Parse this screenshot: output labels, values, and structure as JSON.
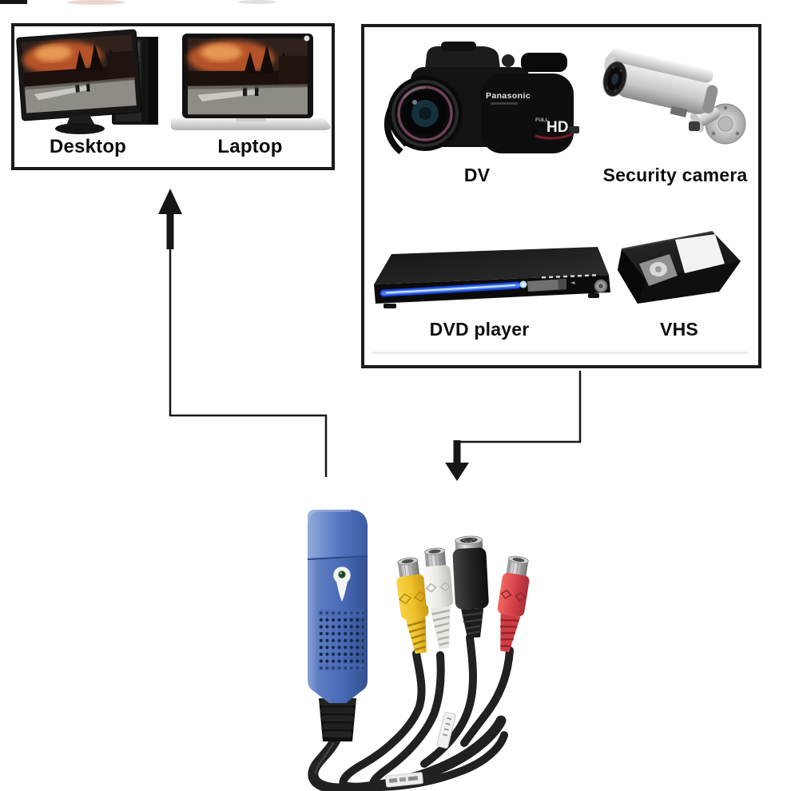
{
  "computers_box": {
    "items": [
      {
        "label": "Desktop",
        "icon": "desktop-computer-icon"
      },
      {
        "label": "Laptop",
        "icon": "laptop-icon"
      }
    ]
  },
  "sources_box": {
    "camcorder": {
      "brand": "Panasonic",
      "badge_full": "FULL",
      "badge_hd": "HD"
    },
    "items": [
      {
        "label": "DV",
        "icon": "dv-camcorder-icon"
      },
      {
        "label": "Security camera",
        "icon": "security-camera-icon"
      },
      {
        "label": "DVD player",
        "icon": "dvd-player-icon"
      },
      {
        "label": "VHS",
        "icon": "vhs-cassette-icon"
      }
    ]
  },
  "device": {
    "name": "usb-video-capture-adapter",
    "colors": {
      "body_blue": "#4a6cb8",
      "led_green": "#2f6b33",
      "video_plug_yellow": "#e9c02c",
      "audio_left_plug_white": "#f1f1ec",
      "svideo_plug_black": "#222222",
      "audio_right_plug_red": "#d4454c",
      "cable_black": "#202020"
    }
  },
  "arrows": {
    "color": "#161616"
  },
  "boxes": {
    "border_color": "#1b1b1b",
    "background": "#ffffff"
  },
  "dvd_player": {
    "glow_blue": "#4f83f2"
  }
}
